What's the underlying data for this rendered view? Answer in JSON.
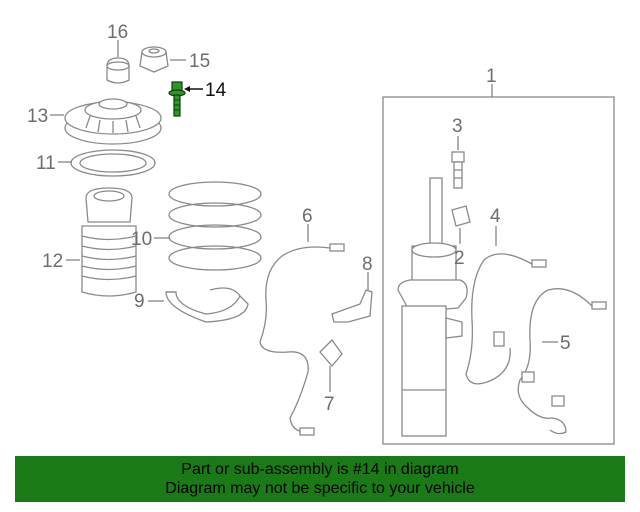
{
  "callouts": {
    "c1": "1",
    "c2": "2",
    "c3": "3",
    "c4": "4",
    "c5": "5",
    "c6": "6",
    "c7": "7",
    "c8": "8",
    "c9": "9",
    "c10": "10",
    "c11": "11",
    "c12": "12",
    "c13": "13",
    "c14": "14",
    "c15": "15",
    "c16": "16"
  },
  "highlighted_part": "14",
  "colors": {
    "banner_bg": "#1a7a16",
    "highlight_part": "#2a9a24",
    "line_art": "#8a8a8a"
  },
  "banner": {
    "line1": "Part or sub-assembly is #14 in diagram",
    "line2": "Diagram may not be specific to your vehicle"
  }
}
